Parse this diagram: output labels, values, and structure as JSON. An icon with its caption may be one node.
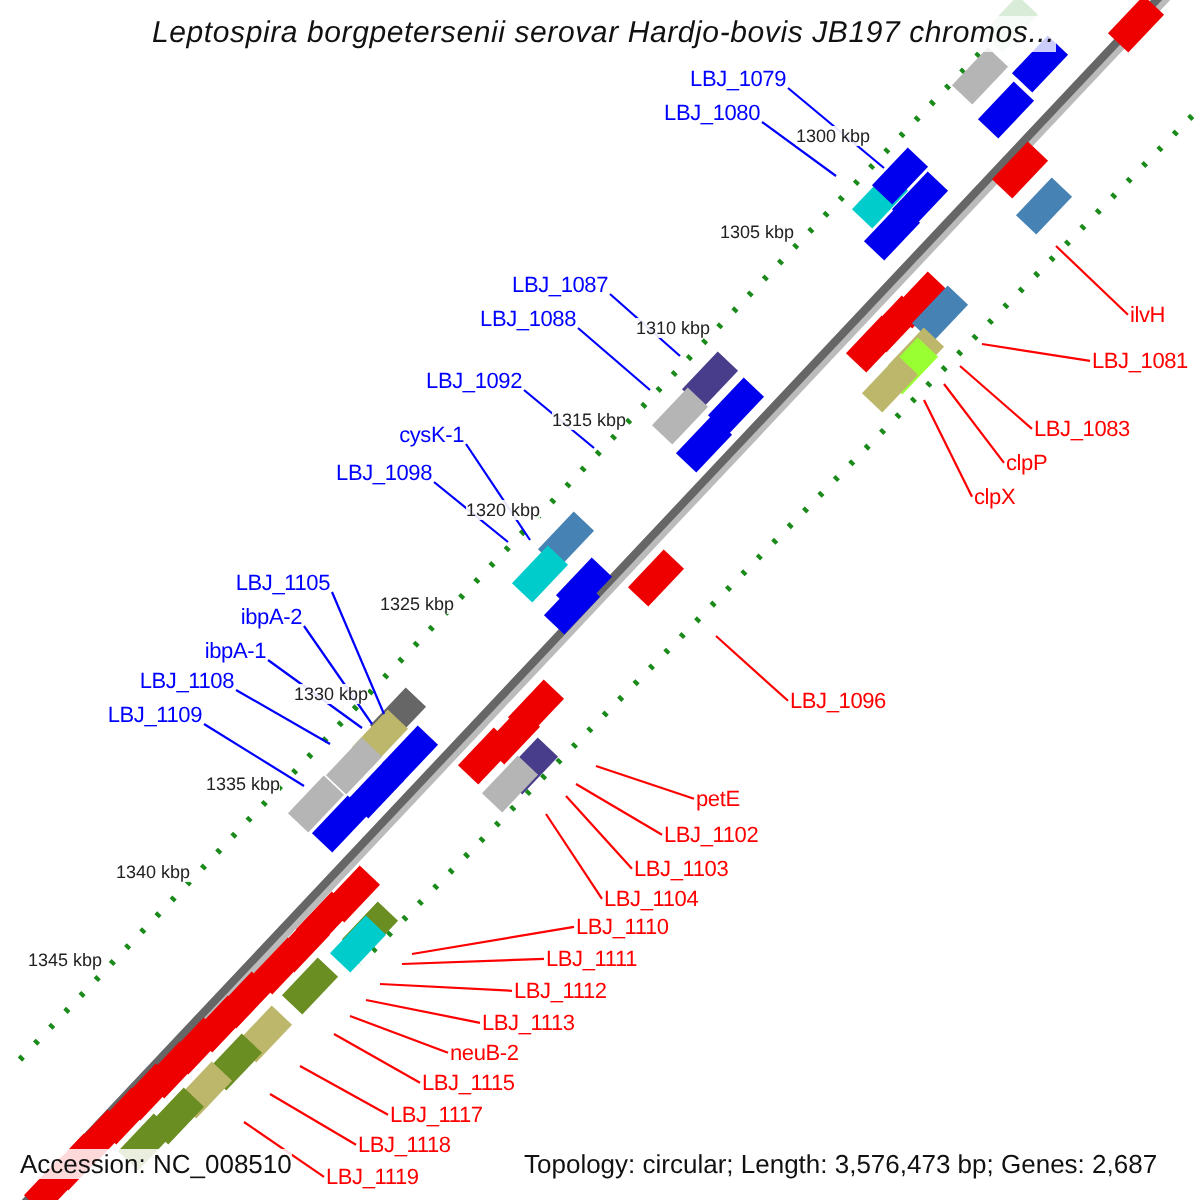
{
  "diagram": {
    "title": "Leptospira borgpetersenii serovar Hardjo-bovis JB197 chromos...",
    "nodes": [
      {
        "text": [
          "LBJ_1079"
        ]
      },
      {
        "text": [
          "LBJ_1080"
        ]
      },
      {
        "text": [
          "LBJ_1087"
        ]
      },
      {
        "text": [
          "ilvH"
        ]
      },
      {
        "text": [
          "LBJ_1088"
        ]
      },
      {
        "text": [
          "LBJ_1081"
        ]
      },
      {
        "text": [
          "LBJ_1092"
        ]
      },
      {
        "text": [
          "LBJ_1083"
        ]
      },
      {
        "text": [
          "cysK-1"
        ]
      },
      {
        "text": [
          "clpP"
        ]
      },
      {
        "text": [
          "LBJ_1098"
        ]
      },
      {
        "text": [
          "clpX"
        ]
      },
      {
        "text": [
          "LBJ_1105"
        ]
      },
      {
        "text": [
          "ibpA-2"
        ]
      },
      {
        "text": [
          "ibpA-1"
        ]
      },
      {
        "text": [
          "LBJ_1108"
        ]
      },
      {
        "text": [
          "LBJ_1096"
        ]
      },
      {
        "text": [
          "LBJ_1109"
        ]
      },
      {
        "text": [
          "petE"
        ]
      },
      {
        "text": [
          "LBJ_1102"
        ]
      },
      {
        "text": [
          "LBJ_1103"
        ]
      },
      {
        "text": [
          "LBJ_1104"
        ]
      },
      {
        "text": [
          "LBJ_1110"
        ]
      },
      {
        "text": [
          "LBJ_1111"
        ]
      },
      {
        "text": [
          "LBJ_1112"
        ]
      },
      {
        "text": [
          "LBJ_1113"
        ]
      },
      {
        "text": [
          "neuB-2"
        ]
      },
      {
        "text": [
          "LBJ_1115"
        ]
      },
      {
        "text": [
          "LBJ_1117"
        ]
      },
      {
        "text": [
          "LBJ_1118"
        ]
      },
      {
        "text": [
          "LBJ_1119"
        ]
      }
    ],
    "edges": [
      {
        "from": 0,
        "to": null,
        "arrow": "none",
        "color": "#0000ff"
      },
      {
        "from": 1,
        "to": null,
        "arrow": "none",
        "color": "#0000ff"
      },
      {
        "from": 2,
        "to": null,
        "arrow": "none",
        "color": "#0000ff"
      },
      {
        "from": 3,
        "to": null,
        "arrow": "none"
      },
      {
        "from": 4,
        "to": null,
        "arrow": "none",
        "color": "#0000ff"
      },
      {
        "from": 5,
        "to": null,
        "arrow": "none"
      },
      {
        "from": 6,
        "to": null,
        "arrow": "none",
        "color": "#0000ff"
      },
      {
        "from": 7,
        "to": null,
        "arrow": "none"
      },
      {
        "from": 8,
        "to": null,
        "arrow": "none",
        "color": "#0000ff"
      },
      {
        "from": 9,
        "to": null,
        "arrow": "none"
      },
      {
        "from": 10,
        "to": null,
        "arrow": "none",
        "color": "#0000ff"
      },
      {
        "from": 11,
        "to": null,
        "arrow": "none"
      },
      {
        "from": 12,
        "to": null,
        "arrow": "none",
        "color": "#0000ff"
      },
      {
        "from": 13,
        "to": null,
        "arrow": "none",
        "color": "#0000ff"
      },
      {
        "from": 14,
        "to": null,
        "arrow": "none",
        "color": "#0000ff"
      },
      {
        "from": 15,
        "to": null,
        "arrow": "none",
        "color": "#0000ff"
      },
      {
        "from": 16,
        "to": null,
        "arrow": "none"
      },
      {
        "from": 17,
        "to": null,
        "arrow": "none",
        "color": "#0000ff"
      },
      {
        "from": 18,
        "to": null,
        "arrow": "none"
      },
      {
        "from": 19,
        "to": null,
        "arrow": "none"
      },
      {
        "from": 20,
        "to": null,
        "arrow": "none"
      },
      {
        "from": 21,
        "to": null,
        "arrow": "none"
      },
      {
        "from": 22,
        "to": null,
        "arrow": "none"
      },
      {
        "from": 23,
        "to": null,
        "arrow": "none"
      },
      {
        "from": 24,
        "to": null,
        "arrow": "none"
      },
      {
        "from": 25,
        "to": null,
        "arrow": "none"
      },
      {
        "from": 26,
        "to": null,
        "arrow": "none"
      },
      {
        "from": 27,
        "to": null,
        "arrow": "none"
      },
      {
        "from": 28,
        "to": null,
        "arrow": "none"
      },
      {
        "from": 29,
        "to": null,
        "arrow": "none"
      },
      {
        "from": 30,
        "to": null,
        "arrow": "none"
      }
    ],
    "labels": [
      "1300 kbp",
      "1305 kbp",
      "1310 kbp",
      "1315 kbp",
      "1320 kbp",
      "1325 kbp",
      "1330 kbp",
      "1335 kbp",
      "1340 kbp",
      "1345 kbp",
      "Accession: NC_008510",
      "Topology: circular; Length: 3,576,473 bp; Genes: 2,687"
    ]
  }
}
